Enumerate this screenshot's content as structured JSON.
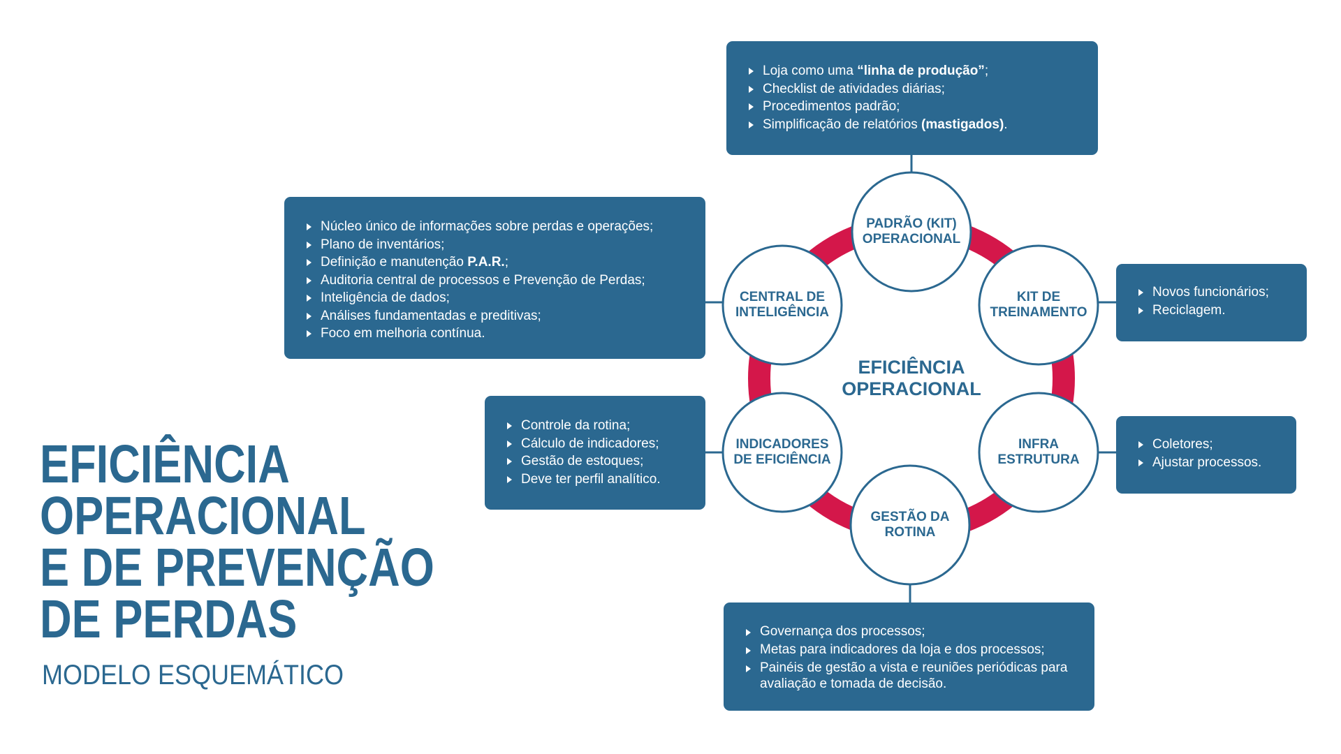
{
  "title": {
    "lines": [
      "EFICIÊNCIA",
      "OPERACIONAL",
      "E DE PREVENÇÃO",
      "DE PERDAS"
    ],
    "subtitle": "MODELO ESQUEMÁTICO"
  },
  "center": {
    "line1": "EFICIÊNCIA",
    "line2": "OPERACIONAL"
  },
  "nodes": {
    "padrao": {
      "line1": "PADRÃO (KIT)",
      "line2": "OPERACIONAL"
    },
    "kit": {
      "line1": "KIT DE",
      "line2": "TREINAMENTO"
    },
    "infra": {
      "line1": "INFRA",
      "line2": "ESTRUTURA"
    },
    "gestao": {
      "line1": "GESTÃO DA",
      "line2": "ROTINA"
    },
    "indicadores": {
      "line1": "INDICADORES",
      "line2": "DE EFICIÊNCIA"
    },
    "central": {
      "line1": "CENTRAL DE",
      "line2": "INTELIGÊNCIA"
    }
  },
  "boxes": {
    "padrao": {
      "items": [
        {
          "pre": "Loja como uma ",
          "bold": "“linha de produção”",
          "post": ";"
        },
        {
          "pre": "Checklist de atividades diárias;"
        },
        {
          "pre": "Procedimentos padrão;"
        },
        {
          "pre": "Simplificação de relatórios ",
          "bold": "(mastigados)",
          "post": "."
        }
      ]
    },
    "kit": {
      "items": [
        "Novos funcionários;",
        "Reciclagem."
      ]
    },
    "infra": {
      "items": [
        "Coletores;",
        "Ajustar processos."
      ]
    },
    "gestao": {
      "items": [
        "Governança dos processos;",
        "Metas para indicadores da loja e dos processos;",
        "Painéis de gestão a vista e reuniões periódicas para avaliação e tomada de decisão."
      ]
    },
    "indicadores": {
      "items": [
        "Controle da rotina;",
        "Cálculo de indicadores;",
        "Gestão de estoques;",
        "Deve ter perfil analítico."
      ]
    },
    "central": {
      "items": [
        {
          "pre": "Núcleo único de informações sobre perdas e operações;"
        },
        {
          "pre": "Plano de inventários;"
        },
        {
          "pre": "Definição e manutenção ",
          "bold": "P.A.R.",
          "post": ";"
        },
        {
          "pre": "Auditoria central de processos e Prevenção de Perdas;"
        },
        {
          "pre": "Inteligência de dados;"
        },
        {
          "pre": "Análises fundamentadas e preditivas;"
        },
        {
          "pre": "Foco em melhoria contínua."
        }
      ]
    }
  },
  "colors": {
    "blue": "#2b6890",
    "red": "#d4174a"
  }
}
